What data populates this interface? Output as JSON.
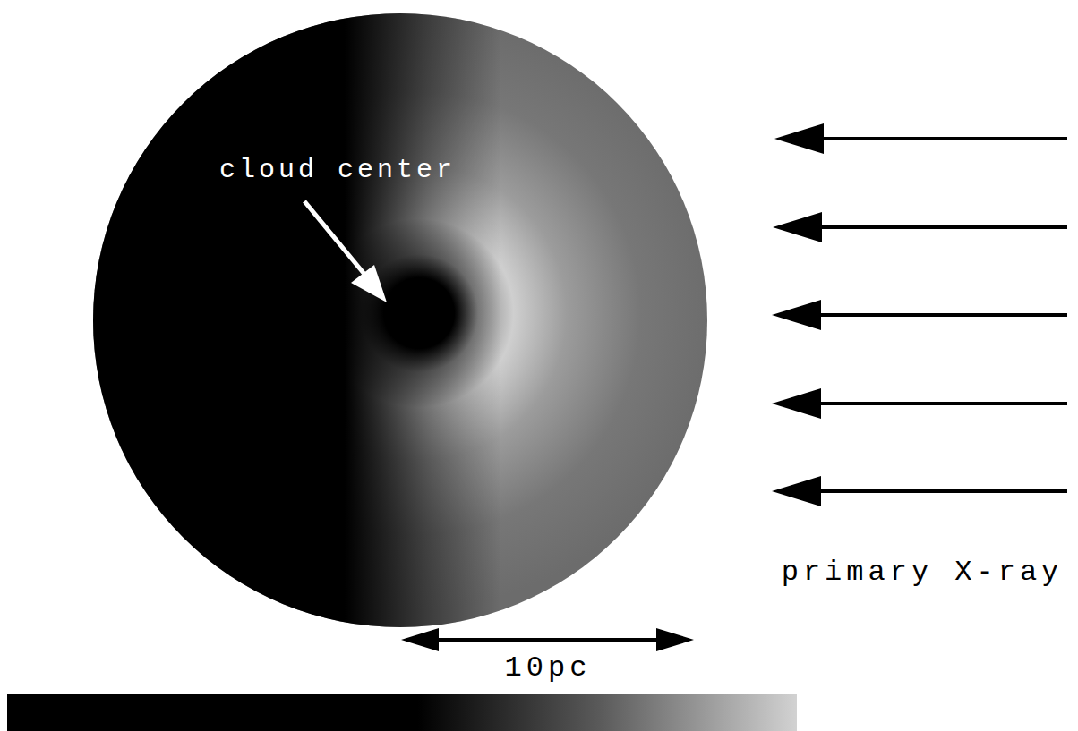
{
  "diagram": {
    "labels": [
      "cloud center",
      "10pc",
      "primary X-ray"
    ]
  }
}
